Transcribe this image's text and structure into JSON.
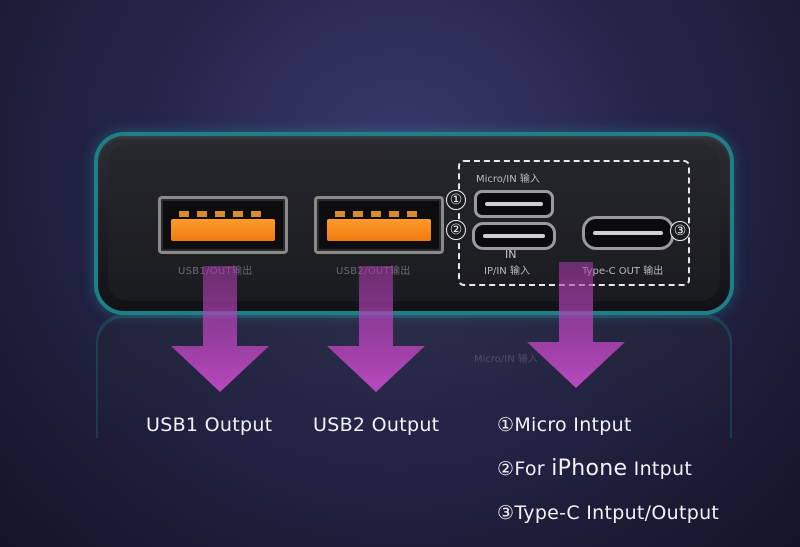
{
  "device": {
    "usb1_port_label": "USB1/OUT输出",
    "usb2_port_label": "USB2/OUT输出",
    "micro_port_label": "Micro/IN 输入",
    "in_label": "IN",
    "ip_port_label": "IP/IN 输入",
    "typec_port_label": "Type-C OUT 输出",
    "badge_1": "①",
    "badge_2": "②",
    "badge_3": "③",
    "reflection_micro_label": "Micro/IN 输入"
  },
  "captions": {
    "usb1": "USB1 Output",
    "usb2": "USB2 Output",
    "micro": "①Micro Intput",
    "iphone_prefix": "②For ",
    "iphone_brand": "iPhone",
    "iphone_suffix": " Intput",
    "typec": "③Type-C Intput/Output"
  },
  "colors": {
    "accent_teal": "#1f7f86",
    "usb_orange": "#f07a10",
    "arrow_magenta": "#b23fb6",
    "background": "#25254a"
  }
}
